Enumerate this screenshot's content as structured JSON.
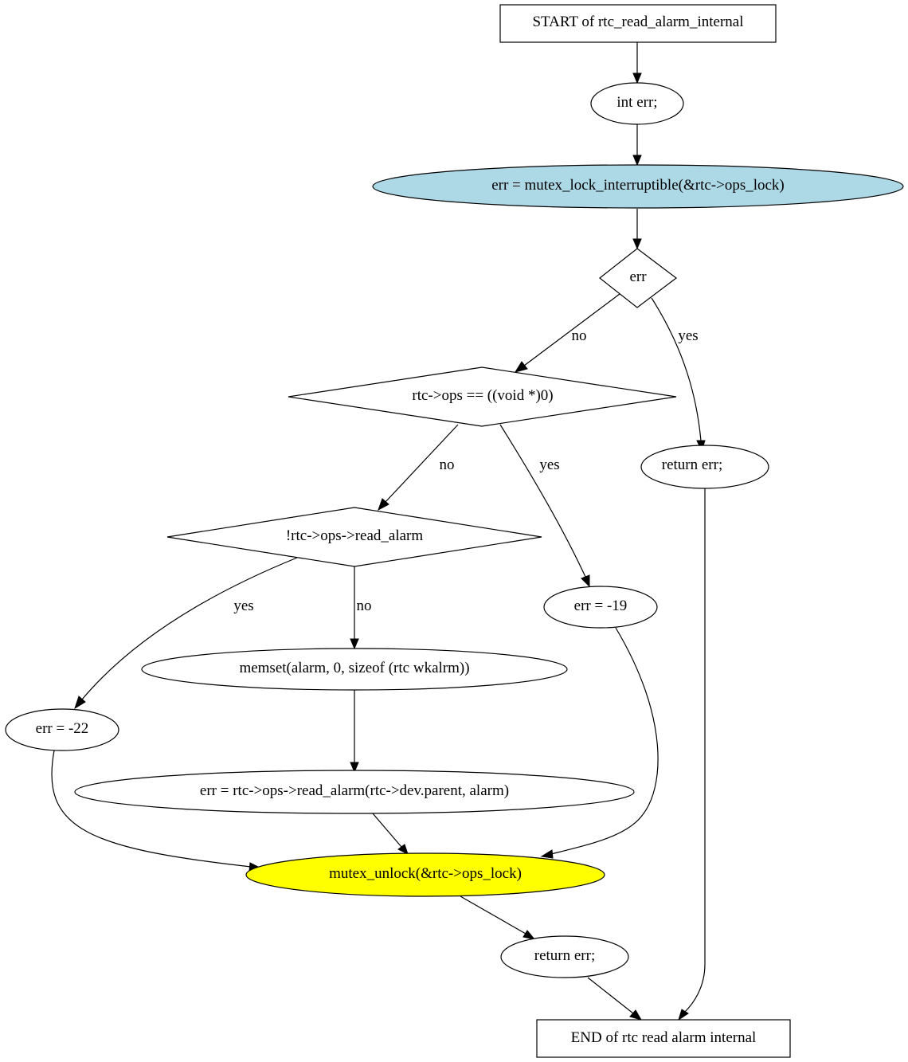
{
  "diagram": {
    "nodes": {
      "start": {
        "label": "START of rtc_read_alarm_internal",
        "color": "#ffffff"
      },
      "decl": {
        "label": "int err;",
        "color": "#ffffff"
      },
      "lock": {
        "label": "err = mutex_lock_interruptible(&rtc->ops_lock)",
        "color": "#add8e6"
      },
      "cond_err": {
        "label": "err",
        "color": "#ffffff"
      },
      "cond_ops": {
        "label": "rtc->ops == ((void *)0)",
        "color": "#ffffff"
      },
      "ret1": {
        "label": "return err;",
        "color": "#ffffff"
      },
      "cond_read": {
        "label": "!rtc->ops->read_alarm",
        "color": "#ffffff"
      },
      "enodev": {
        "label": "err = -19",
        "color": "#ffffff"
      },
      "memset": {
        "label": "memset(alarm, 0, sizeof (rtc  wkalrm))",
        "color": "#ffffff"
      },
      "einval": {
        "label": "err = -22",
        "color": "#ffffff"
      },
      "read": {
        "label": "err = rtc->ops->read_alarm(rtc->dev.parent, alarm)",
        "color": "#ffffff"
      },
      "unlock": {
        "label": "mutex_unlock(&rtc->ops_lock)",
        "color": "#ffff00"
      },
      "ret2": {
        "label": "return err;",
        "color": "#ffffff"
      },
      "end": {
        "label": "END of rtc  read  alarm  internal",
        "color": "#ffffff"
      }
    },
    "edge_labels": {
      "err_no": "no",
      "err_yes": "yes",
      "ops_no": "no",
      "ops_yes": "yes",
      "read_yes": "yes",
      "read_no": "no"
    }
  }
}
